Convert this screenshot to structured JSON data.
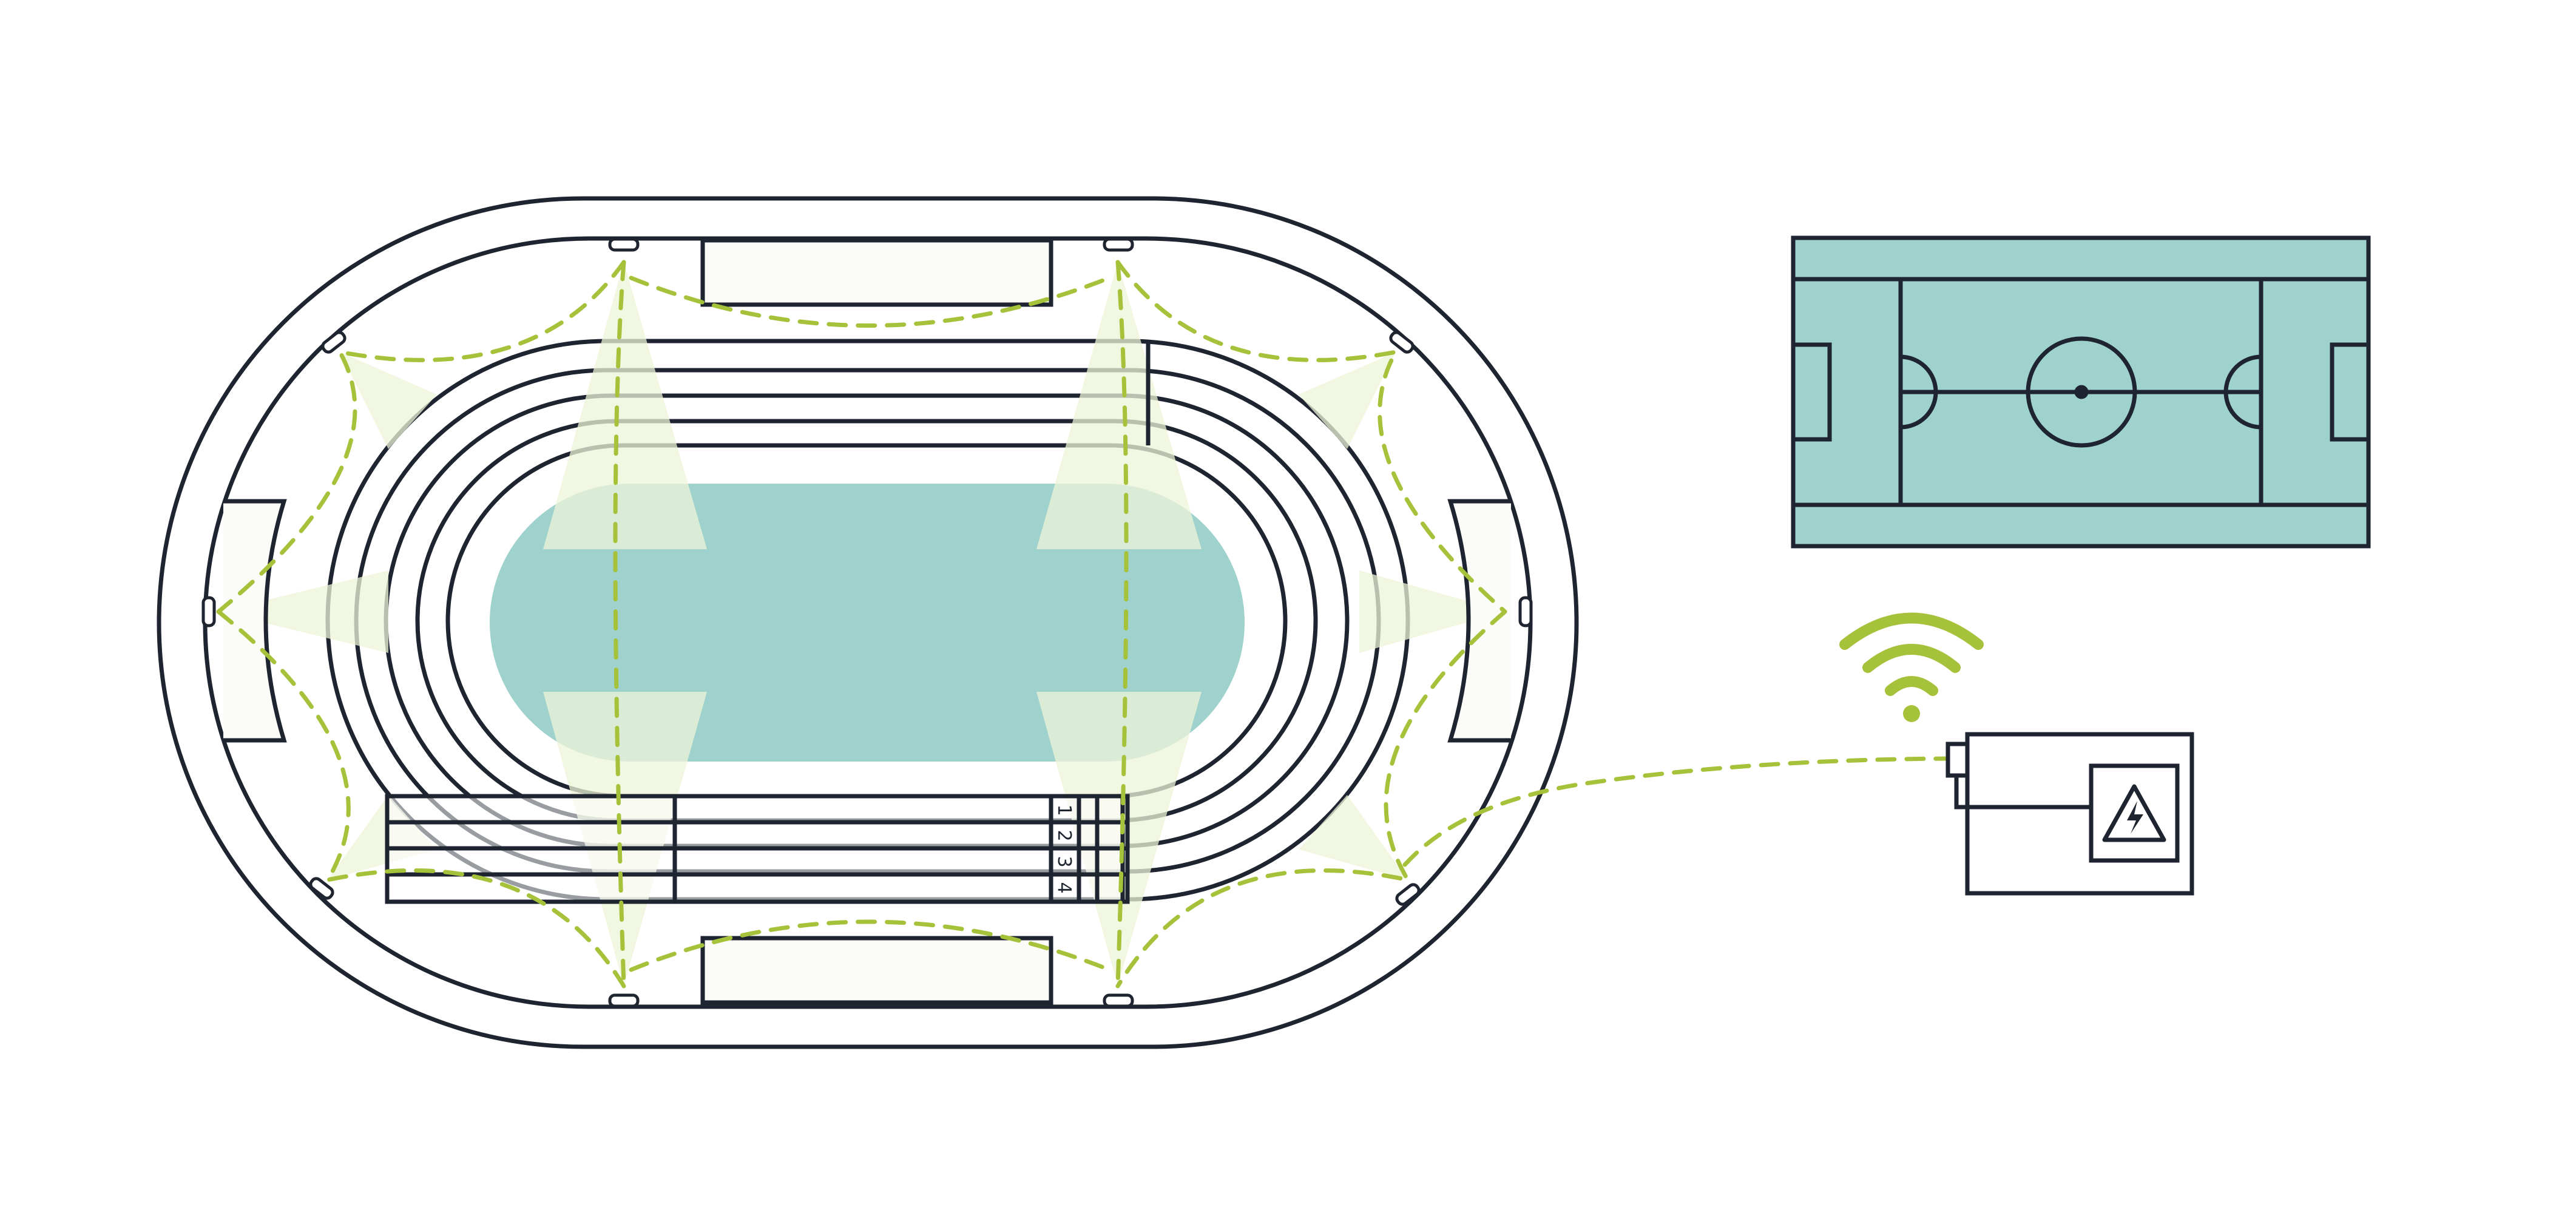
{
  "colors": {
    "outline": "#1e2430",
    "field": "#9fd2cc",
    "accent": "#a6c13a",
    "light_beam": "#eef4d8",
    "background": "#ffffff"
  },
  "track": {
    "lane_numbers": [
      "1",
      "2",
      "3",
      "4"
    ]
  },
  "icons": {
    "stadium": "stadium-icon",
    "floodlight": "floodlight-icon",
    "football_pitch": "football-pitch-icon",
    "wifi": "wifi-signal-icon",
    "control_box": "electrical-control-box-icon",
    "warning": "high-voltage-warning-icon"
  }
}
